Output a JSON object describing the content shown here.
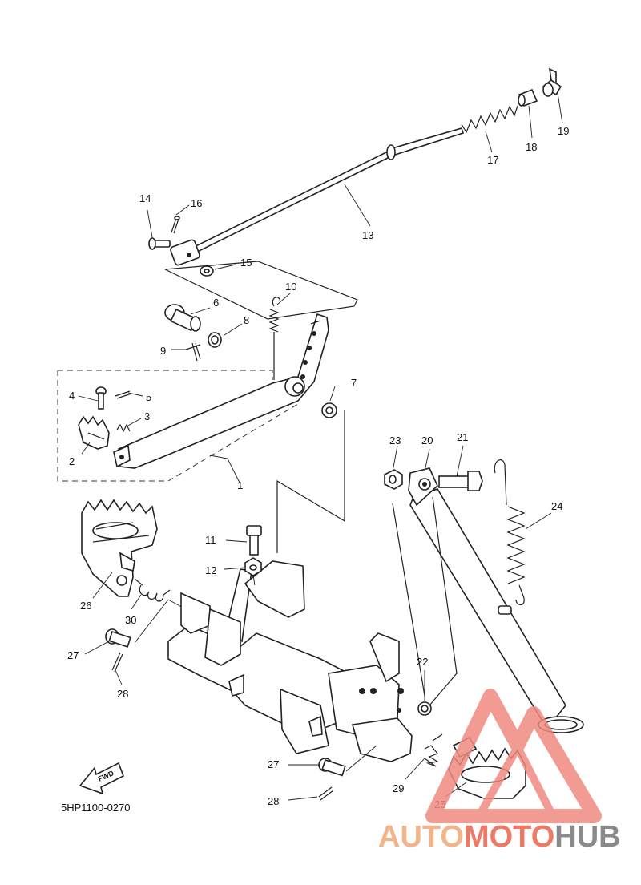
{
  "diagram": {
    "code": "5HP1100-0270",
    "fwd_label": "FWD",
    "callouts": {
      "c1": "1",
      "c2": "2",
      "c3": "3",
      "c4": "4",
      "c5": "5",
      "c6": "6",
      "c7": "7",
      "c8": "8",
      "c9": "9",
      "c10": "10",
      "c11": "11",
      "c12": "12",
      "c13": "13",
      "c14": "14",
      "c15": "15",
      "c16": "16",
      "c17": "17",
      "c18": "18",
      "c19": "19",
      "c20": "20",
      "c21": "21",
      "c22": "22",
      "c23": "23",
      "c24": "24",
      "c25": "25",
      "c26": "26",
      "c27a": "27",
      "c27b": "27",
      "c28a": "28",
      "c28b": "28",
      "c29": "29",
      "c30": "30"
    }
  },
  "watermark": {
    "part1": "AUTO",
    "part2": "MOTO",
    "part3": "HUB",
    "colors": {
      "auto": "#f2b48a",
      "moto": "#ee7a66",
      "hub": "#8a8a8a",
      "triangle": "#f08a80"
    }
  }
}
